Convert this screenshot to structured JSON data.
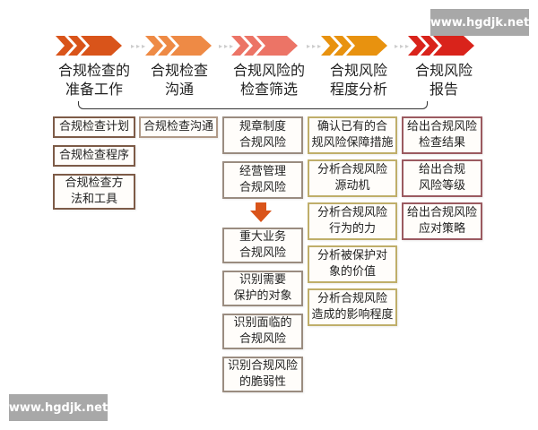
{
  "stages": [
    {
      "title": "合规检查的\n准备工作",
      "color": "#d9541a",
      "light": "#f5b08a"
    },
    {
      "title": "合规检查\n沟通",
      "color": "#ee8a45",
      "light": "#f8c8a5"
    },
    {
      "title": "合规风险的\n检查筛选",
      "color": "#ec7466",
      "light": "#f6b7ae"
    },
    {
      "title": "合规风险\n程度分析",
      "color": "#e8920f",
      "light": "#f5c97a"
    },
    {
      "title": "合规风险\n报告",
      "color": "#d9231b",
      "light": "#f29a94"
    }
  ],
  "columns": {
    "prep": [
      "合规检查计划",
      "合规检查程序",
      "合规检查方\n法和工具"
    ],
    "communication": [
      "合规检查沟通"
    ],
    "screening_top": [
      "规章制度\n合规风险",
      "经营管理\n合规风险"
    ],
    "screening_bottom": [
      "重大业务\n合规风险",
      "识别需要\n保护的对象",
      "识别面临的\n合规风险",
      "识别合规风险\n的脆弱性"
    ],
    "analysis": [
      "确认已有的合\n规风险保障措施",
      "分析合规风险\n源动机",
      "分析合规风险\n行为的力",
      "分析被保护对\n象的价值",
      "分析合规风险\n造成的影响程度"
    ],
    "report": [
      "给出合规风险\n检查结果",
      "给出合规\n风险等级",
      "给出合规风险\n应对策略"
    ]
  },
  "icons": {
    "stage_arrow": "triple-chevron-arrow-icon",
    "down_arrow": "down-arrow-icon",
    "down_arrow_color": "#d9541a"
  },
  "watermarks": {
    "top": "www.hgdjk.net",
    "bottom": "www.hgdjk.net"
  }
}
